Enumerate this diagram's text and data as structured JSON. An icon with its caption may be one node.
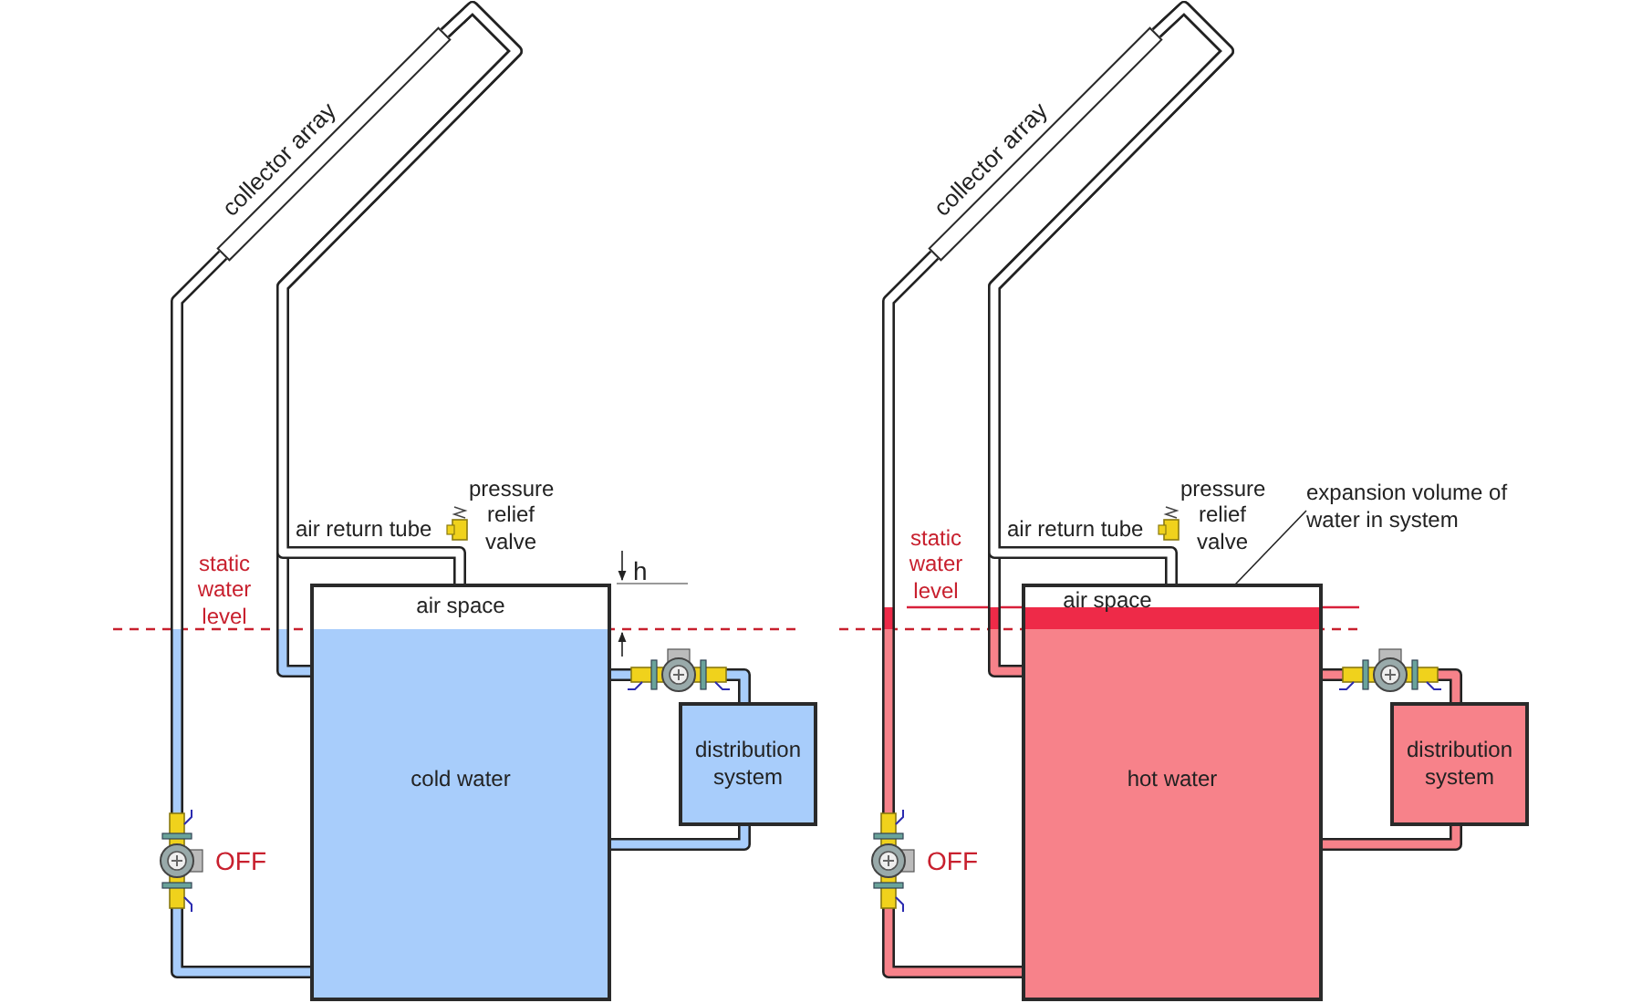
{
  "diagram": {
    "nodes": [
      {
        "text": [
          "collector array"
        ]
      },
      {
        "text": [
          "air space",
          "cold water"
        ]
      },
      {
        "text": [
          "distribution system"
        ]
      },
      {
        "text": [
          "collector array"
        ]
      },
      {
        "text": [
          "air space",
          "hot water"
        ]
      },
      {
        "text": [
          "distribution system"
        ]
      },
      {
        "text": [
          "expansion volume of water in system"
        ]
      },
      {
        "text": [],
        "shape": "bar",
        "in": 4
      }
    ],
    "edges": [
      {
        "from": 0,
        "to": 1,
        "arrow": "none"
      },
      {
        "from": 0,
        "to": 1,
        "arrow": "none"
      },
      {
        "from": 0,
        "to": 1,
        "arrow": "none"
      },
      {
        "from": 1,
        "to": 2,
        "arrow": "none"
      },
      {
        "from": 1,
        "to": 2,
        "arrow": "none"
      },
      {
        "from": 3,
        "to": 4,
        "arrow": "none"
      },
      {
        "from": 3,
        "to": 4,
        "arrow": "none"
      },
      {
        "from": 3,
        "to": 4,
        "arrow": "none"
      },
      {
        "from": 4,
        "to": 5,
        "arrow": "none"
      },
      {
        "from": 4,
        "to": 5,
        "arrow": "none"
      },
      {
        "from": 6,
        "to": 7,
        "arrow": "to"
      }
    ],
    "labels": [
      "air return tube",
      "pressure relief valve",
      "h",
      "static water level",
      "OFF",
      "air return tube",
      "pressure relief valve",
      "static water level",
      "OFF"
    ]
  }
}
